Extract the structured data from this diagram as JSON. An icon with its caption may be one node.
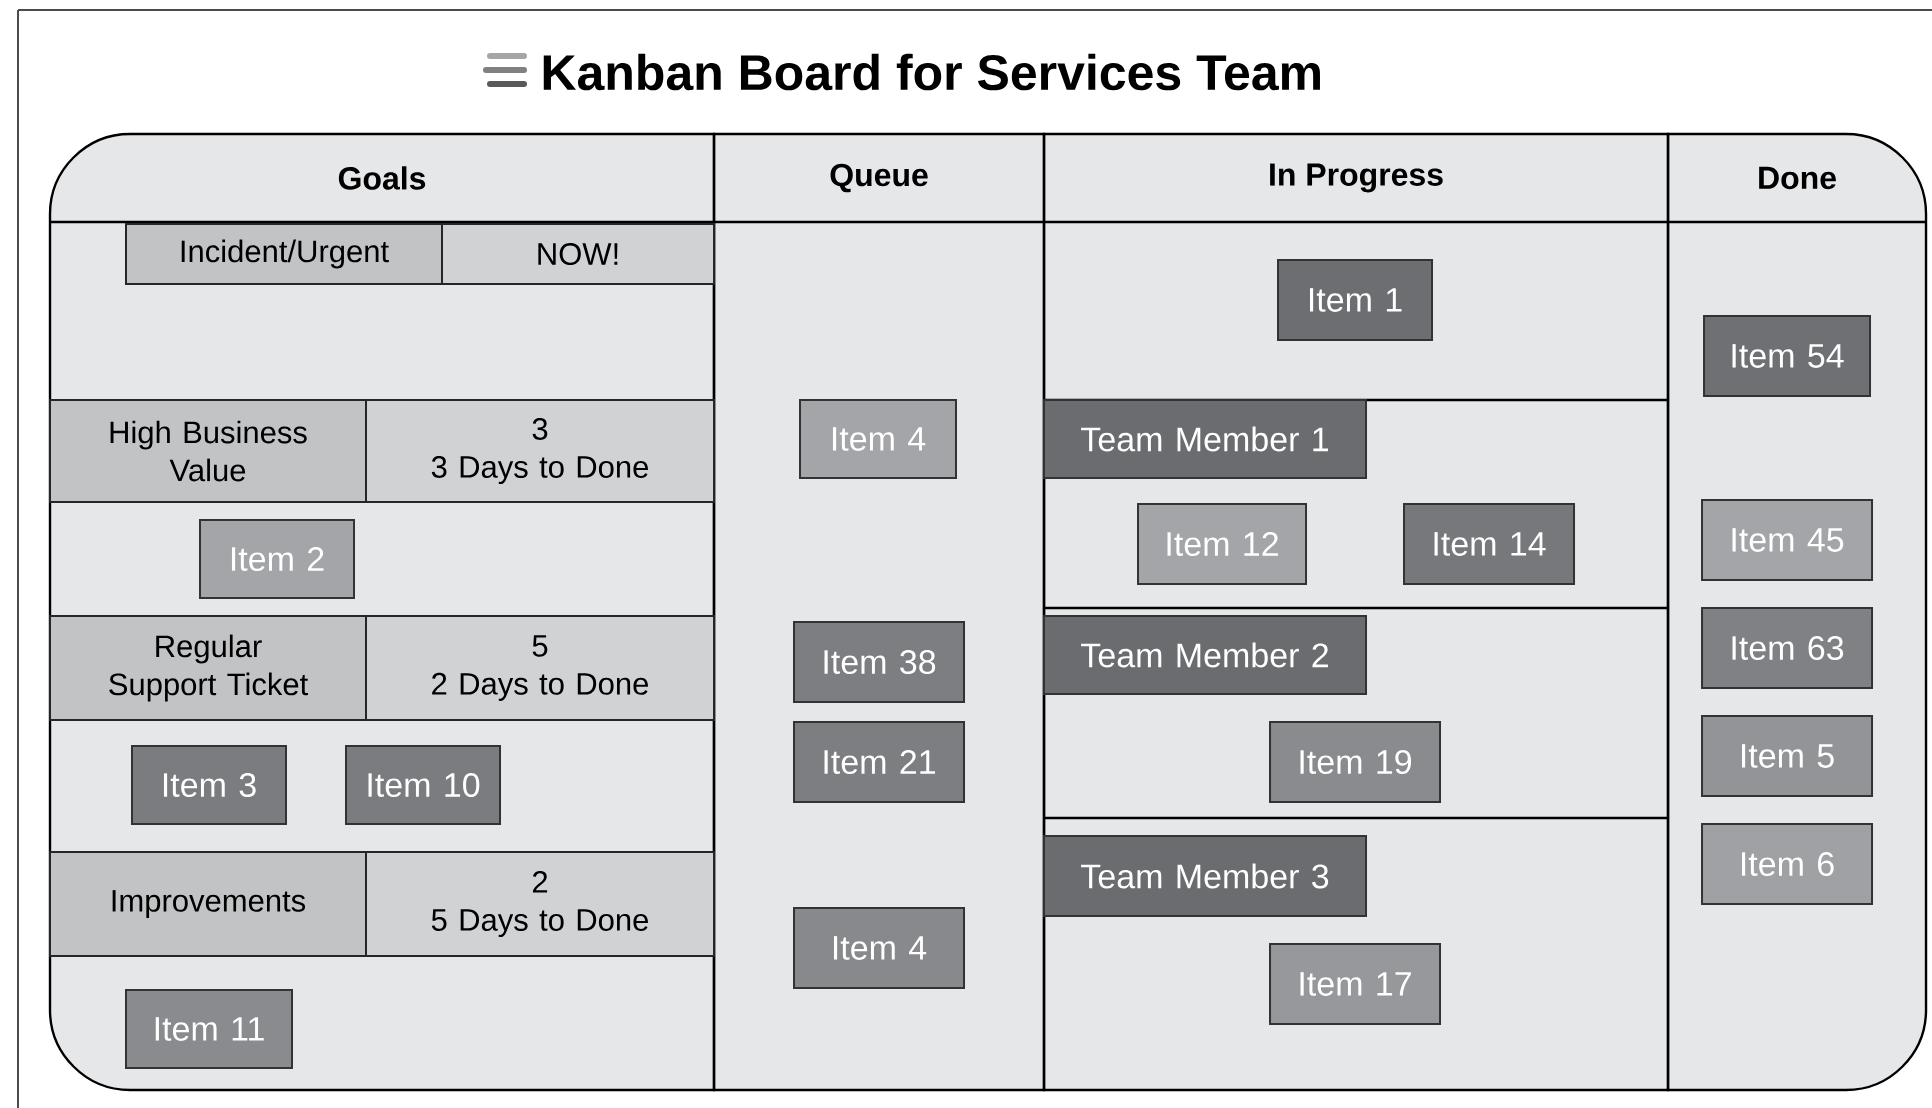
{
  "diagram": {
    "title": "Kanban Board for Services Team",
    "nodes": [
      {
        "text": [
          "Goals"
        ]
      },
      {
        "text": [
          "Incident/Urgent"
        ],
        "in": 0
      },
      {
        "text": [
          "NOW!"
        ],
        "in": 0
      },
      {
        "text": [
          "High Business Value"
        ],
        "in": 0
      },
      {
        "text": [
          "3",
          "3 Days to Done"
        ],
        "in": 0
      },
      {
        "text": [
          "Item 2"
        ],
        "in": 0
      },
      {
        "text": [
          "Regular Support Ticket"
        ],
        "in": 0
      },
      {
        "text": [
          "5",
          "2 Days to Done"
        ],
        "in": 0
      },
      {
        "text": [
          "Item 3"
        ],
        "in": 0
      },
      {
        "text": [
          "Item 10"
        ],
        "in": 0
      },
      {
        "text": [
          "Improvements"
        ],
        "in": 0
      },
      {
        "text": [
          "2",
          "5 Days to Done"
        ],
        "in": 0
      },
      {
        "text": [
          "Item 11"
        ],
        "in": 0
      },
      {
        "text": [
          "Queue"
        ]
      },
      {
        "text": [
          "Item 4"
        ],
        "in": 13
      },
      {
        "text": [
          "Item 38"
        ],
        "in": 13
      },
      {
        "text": [
          "Item 21"
        ],
        "in": 13
      },
      {
        "text": [
          "Item 4"
        ],
        "in": 13
      },
      {
        "text": [
          "In Progress"
        ]
      },
      {
        "text": [
          "Item 1"
        ],
        "in": 18
      },
      {
        "text": [
          "Team Member 1"
        ],
        "in": 18
      },
      {
        "text": [
          "Item 12"
        ],
        "in": 18
      },
      {
        "text": [
          "Item 14"
        ],
        "in": 18
      },
      {
        "text": [
          "Team Member 2"
        ],
        "in": 18
      },
      {
        "text": [
          "Item 19"
        ],
        "in": 18
      },
      {
        "text": [
          "Team Member 3"
        ],
        "in": 18
      },
      {
        "text": [
          "Item 17"
        ],
        "in": 18
      },
      {
        "text": [
          "Done"
        ]
      },
      {
        "text": [
          "Item 54"
        ],
        "in": 27
      },
      {
        "text": [
          "Item 45"
        ],
        "in": 27
      },
      {
        "text": [
          "Item 63"
        ],
        "in": 27
      },
      {
        "text": [
          "Item 5"
        ],
        "in": 27
      },
      {
        "text": [
          "Item 6"
        ],
        "in": 27
      }
    ]
  }
}
